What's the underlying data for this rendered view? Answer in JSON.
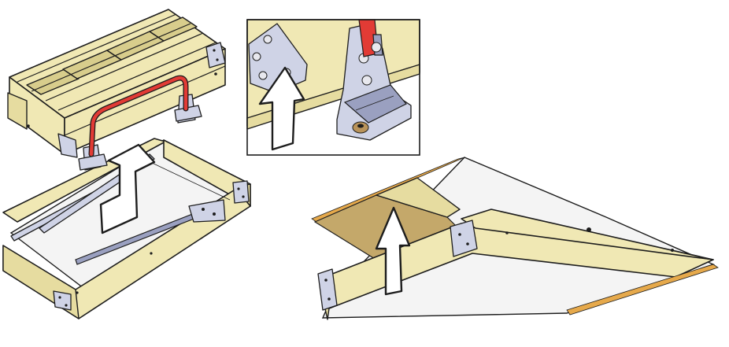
{
  "figure": {
    "panels": [
      {
        "id": "ladder-box-open"
      },
      {
        "id": "hinge-detail-inset"
      },
      {
        "id": "hatch-lift"
      }
    ],
    "icons": [
      "up-arrow-icon",
      "hinge-bracket-icon",
      "gas-strut-icon",
      "bolt-icon"
    ],
    "colors": {
      "wood": "#f0e8b4",
      "wood_shadow": "#d8cd8c",
      "panel": "#f4f4f4",
      "metal": "#cfd3e6",
      "handle_red": "#e23b35",
      "edge_orange": "#e6a94b",
      "outline": "#1d1d1d"
    }
  }
}
